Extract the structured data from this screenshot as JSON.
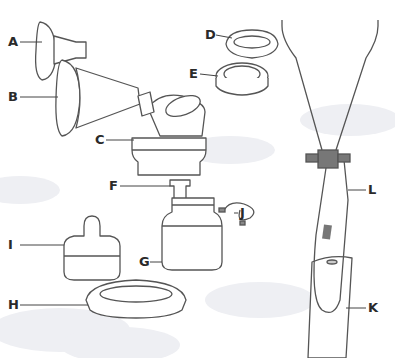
{
  "diagram": {
    "labels": [
      "A",
      "B",
      "C",
      "D",
      "E",
      "F",
      "G",
      "H",
      "I",
      "J",
      "K",
      "L"
    ]
  }
}
